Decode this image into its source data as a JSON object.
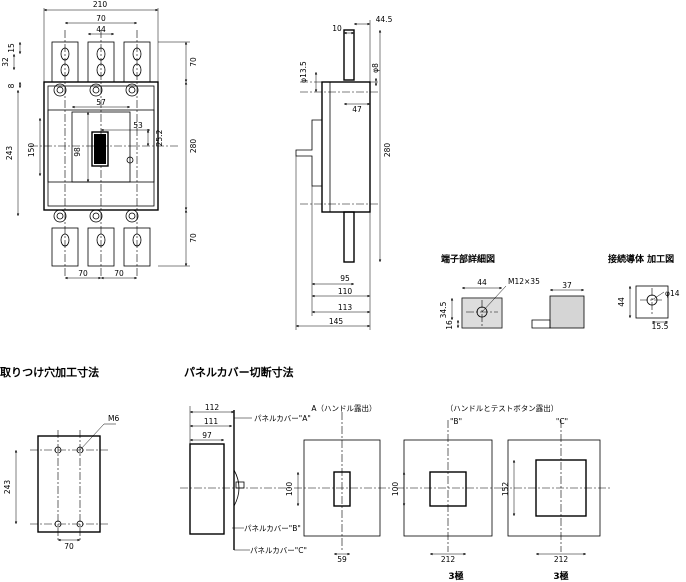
{
  "titles": {
    "mount": "取りつけ穴加工寸法",
    "panel": "パネルカバー切断寸法",
    "terminal": "端子部詳細図",
    "conductor": "接続導体 加工図"
  },
  "front": {
    "d210": "210",
    "d70a": "70",
    "d44": "44",
    "d15": "15",
    "d32": "32",
    "d8": "8",
    "d57": "57",
    "d53": "53",
    "d25": "25.2",
    "d98": "98",
    "d150": "150",
    "d243": "243",
    "d70r1": "70",
    "d280": "280",
    "d70r2": "70",
    "d70b1": "70",
    "d70b2": "70"
  },
  "side": {
    "d10": "10",
    "d44_5": "44.5",
    "d13_5": "φ13.5",
    "d8": "φ8",
    "d47": "47",
    "d280": "280",
    "d95": "95",
    "d110": "110",
    "d113": "113",
    "d145": "145"
  },
  "terminal": {
    "d44": "44",
    "m12": "M12×35",
    "d34_5": "34.5",
    "d16": "16"
  },
  "conductor": {
    "d37": "37",
    "d44": "44",
    "d14": "φ14",
    "d15_5": "15.5"
  },
  "mount": {
    "m6": "M6",
    "d243": "243",
    "d70": "70"
  },
  "panel": {
    "d112": "112",
    "d111": "111",
    "d97": "97",
    "coverA": "パネルカバー\"A\"",
    "coverB": "パネルカバー\"B\"",
    "coverC": "パネルカバー\"C\"",
    "labelA": "A（ハンドル露出）",
    "labelBC": "（ハンドルとテストボタン露出）",
    "qB": "\"B\"",
    "qC": "\"C\"",
    "a100": "100",
    "a59": "59",
    "b100": "100",
    "b212": "212",
    "b3p": "3極",
    "c152": "152",
    "c212": "212",
    "c3p": "3極"
  }
}
